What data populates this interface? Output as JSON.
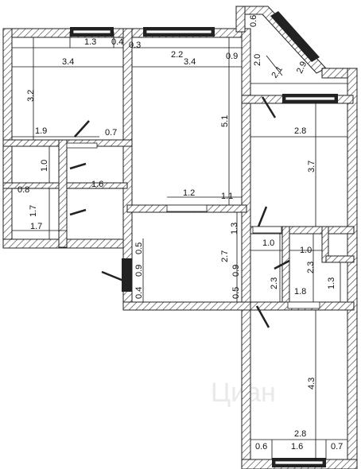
{
  "plan": {
    "dimensions": {
      "d_1_3": "1.3",
      "d_0_4_top": "0.4",
      "d_0_3": "0.3",
      "d_2_2": "2.2",
      "d_0_9_top": "0.9",
      "d_0_6_tilt": "0.6",
      "d_2_0": "2.0",
      "d_2_1": "2.1",
      "d_2_9": "2.9",
      "d_3_4_left": "3.4",
      "d_3_4_mid": "3.4",
      "d_3_2": "3.2",
      "d_5_1": "5.1",
      "d_1_9": "1.9",
      "d_0_7_left": "0.7",
      "d_2_8_top": "2.8",
      "d_3_7": "3.7",
      "d_1_0_left": "1.0",
      "d_0_8": "0.8",
      "d_1_6_left": "1.6",
      "d_1_7_v": "1.7",
      "d_1_7_h": "1.7",
      "d_1_2": "1.2",
      "d_1_1": "1.1",
      "d_1_3_v": "1.3",
      "d_2_7": "2.7",
      "d_0_5_a": "0.5",
      "d_0_9_a": "0.9",
      "d_0_4_b": "0.4",
      "d_0_9_b": "0.9",
      "d_0_5_b": "0.5",
      "d_1_0_a": "1.0",
      "d_1_0_b": "1.0",
      "d_2_3_a": "2.3",
      "d_2_3_b": "2.3",
      "d_1_8": "1.8",
      "d_1_3_b": "1.3",
      "d_4_3": "4.3",
      "d_2_8_bottom": "2.8",
      "d_0_6_bottom": "0.6",
      "d_1_6_bottom": "1.6",
      "d_0_7_bottom": "0.7"
    },
    "watermark": "Циан"
  }
}
